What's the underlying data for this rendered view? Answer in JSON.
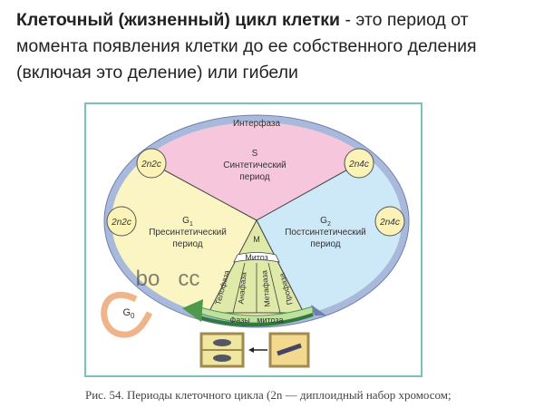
{
  "title": {
    "bold": "Клеточный (жизненный) цикл клетки",
    "rest": " - это период от момента появления клетки до ее собственного деления (включая это деление) или гибели"
  },
  "diagram": {
    "interphase": "Интерфаза",
    "s": {
      "letter": "S",
      "line1": "Синтетический",
      "line2": "период"
    },
    "g1": {
      "letter": "G",
      "sub": "1",
      "line1": "Пресинтетический",
      "line2": "период"
    },
    "g2": {
      "letter": "G",
      "sub": "2",
      "line1": "Постсинтетический",
      "line2": "период"
    },
    "m": "M",
    "mitosis": "Митоз",
    "phases": [
      "Телофаза",
      "Анафаза",
      "Метафаза",
      "Профаза"
    ],
    "phases_arrow": "Фазы   митоза",
    "g0": {
      "letter": "G",
      "sub": "0"
    },
    "badges": [
      "2n2c",
      "2n2c",
      "2n4c",
      "2n4c"
    ],
    "watermark": "bo   cc",
    "colors": {
      "s": "#f6c6dc",
      "g1": "#fbf5c4",
      "g2": "#cde8f6",
      "m": "#dfeaa8",
      "ring": "#a9b9dc",
      "arrow": "#4f9a4a",
      "frame": "#7cc3b6"
    }
  },
  "caption": "Рис. 54. Периоды клеточного цикла (2n — диплоидный набор хромосом;"
}
